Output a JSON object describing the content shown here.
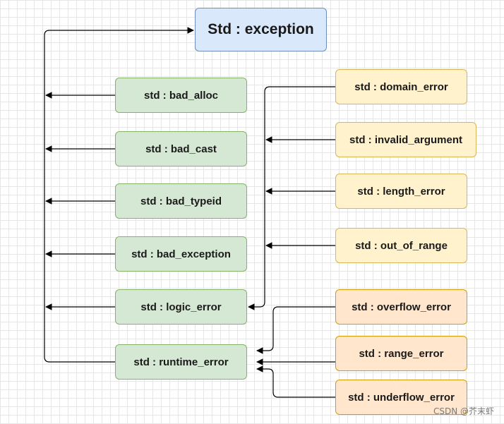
{
  "diagram": {
    "root": "Std : exception",
    "direct_subclasses": [
      "std : bad_alloc",
      "std : bad_cast",
      "std : bad_typeid",
      "std : bad_exception",
      "std : logic_error",
      "std : runtime_error"
    ],
    "logic_error_subclasses": [
      "std : domain_error",
      "std : invalid_argument",
      "std : length_error",
      "std : out_of_range"
    ],
    "runtime_error_subclasses": [
      "std : overflow_error",
      "std : range_error",
      "std : underflow_error"
    ]
  },
  "colors": {
    "root_fill": "#dae8fc",
    "root_border": "#6c8ebf",
    "std_fill": "#d5e8d4",
    "std_border": "#82b366",
    "logic_fill": "#fff2cc",
    "logic_border": "#d6b656",
    "runtime_fill": "#ffe6cc",
    "runtime_border": "#d79b00",
    "edge": "#000000"
  },
  "watermark": "CSDN @芥末虾"
}
